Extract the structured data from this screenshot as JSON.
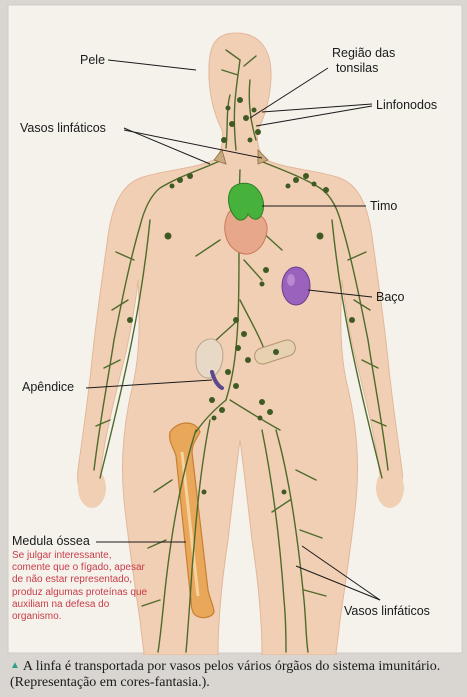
{
  "labels": {
    "pele": "Pele",
    "regiao_tonsilas_1": "Região das",
    "regiao_tonsilas_2": "tonsilas",
    "linfonodos": "Linfonodos",
    "vasos_linfaticos_top": "Vasos linfáticos",
    "timo": "Timo",
    "baco": "Baço",
    "apendice": "Apêndice",
    "medula_ossea": "Medula óssea",
    "vasos_linfaticos_bottom": "Vasos linfáticos"
  },
  "note": "Se julgar interessante, comente que o fígado, apesar de não estar representado, produz algumas proteínas que auxiliam na defesa do organismo.",
  "caption": {
    "marker": "▲",
    "text": "A linfa é transportada por vasos pelos vários órgãos do sistema imunitário. (Representação em cores-fantasia.)."
  },
  "colors": {
    "background": "#d9d6d2",
    "panel": "#f5f2ec",
    "skin": "#f1cfb4",
    "lymph": "#4e6b2c",
    "thymus": "#46b23c",
    "heart": "#e7a78a",
    "spleen": "#9a62bd",
    "bone": "#e9a75a",
    "note_text": "#c83c49",
    "caption_marker": "#2f9e8d"
  }
}
